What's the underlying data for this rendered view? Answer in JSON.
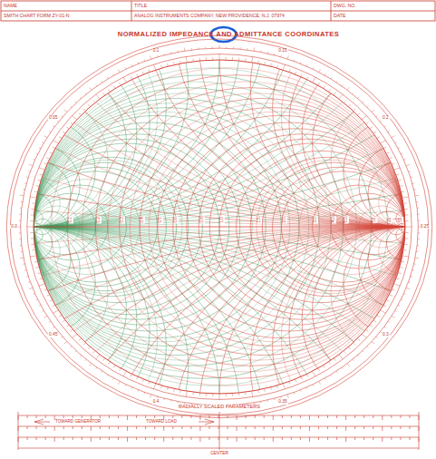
{
  "diagram": {
    "title": "NORMALIZED IMPEDANCE AND ADMITTANCE COORDINATES",
    "labels": [
      "NAME",
      "TITLE",
      "DWG. NO.",
      "SMITH CHART FORM ZY-01-N",
      "ANALOG INSTRUMENTS COMPANY, NEW PROVIDENCE, N.J. 07974",
      "DATE",
      "RADIALLY SCALED PARAMETERS",
      "TOWARD GENERATOR",
      "TOWARD LOAD",
      "CENTER",
      "0.1",
      "0.2",
      "0.3",
      "0.4",
      "0.5",
      "0.6",
      "0.8",
      "1.0",
      "1.5",
      "2.0",
      "3.0",
      "4.0",
      "5.0",
      "10",
      "20",
      "50",
      "0.0",
      "0.05",
      "0.1",
      "0.15",
      "0.2",
      "0.25",
      "0.3",
      "0.35",
      "0.4",
      "0.45"
    ]
  }
}
